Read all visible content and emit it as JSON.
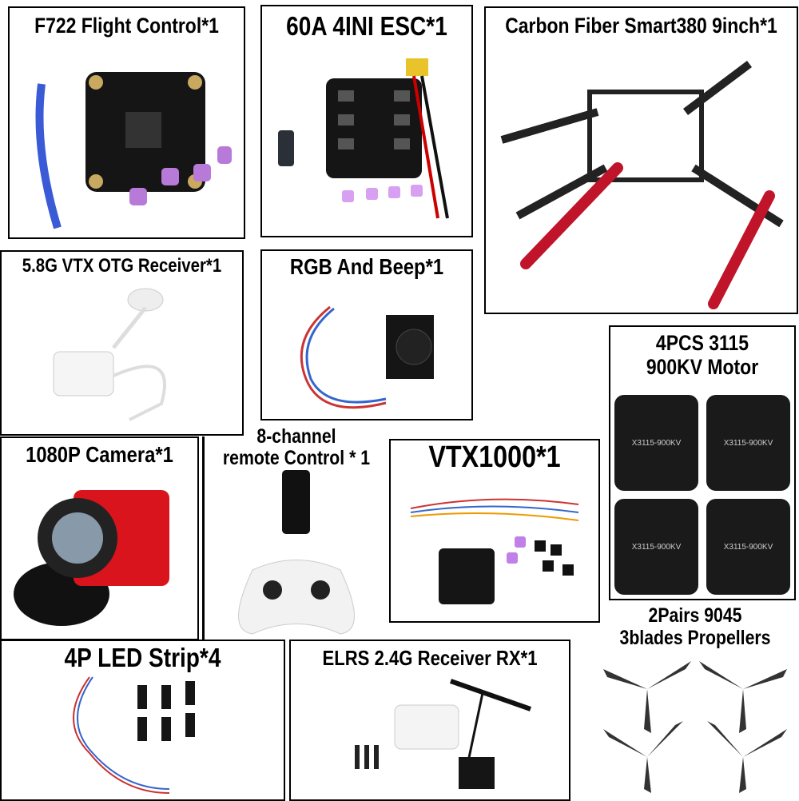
{
  "items": [
    {
      "label": "F722 Flight Control*1",
      "icon": "flight-controller-board"
    },
    {
      "label": "60A 4INI ESC*1",
      "icon": "esc-board"
    },
    {
      "label": "Carbon Fiber Smart380 9inch*1",
      "icon": "quadcopter-frame"
    },
    {
      "label": "5.8G VTX OTG Receiver*1",
      "icon": "otg-receiver"
    },
    {
      "label": "RGB And Beep*1",
      "icon": "buzzer-led"
    },
    {
      "label_line1": "4PCS 3115",
      "label_line2": "900KV Motor",
      "motor_text": "X3115-900KV",
      "icon": "brushless-motor"
    },
    {
      "label": "1080P Camera*1",
      "icon": "camera"
    },
    {
      "label_line1": "8-channel",
      "label_line2": "remote Control * 1",
      "icon": "remote-controller"
    },
    {
      "label": "VTX1000*1",
      "icon": "video-transmitter"
    },
    {
      "label": "4P LED Strip*4",
      "icon": "led-strip"
    },
    {
      "label": "ELRS 2.4G Receiver RX*1",
      "icon": "elrs-receiver"
    },
    {
      "label_line1": "2Pairs 9045",
      "label_line2": "3blades Propellers",
      "icon": "propeller"
    }
  ],
  "colors": {
    "border": "#000000",
    "camera": "#d9141c",
    "foam": "#c0142a",
    "pad": "#b77ad8"
  }
}
